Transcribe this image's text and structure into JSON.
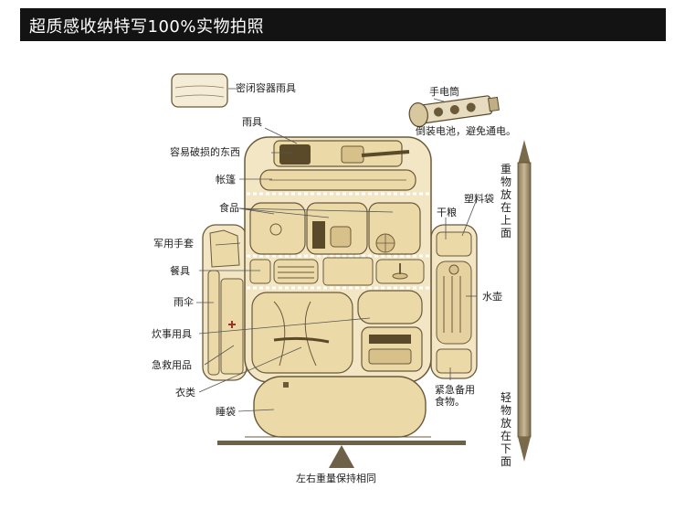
{
  "header": {
    "title": "超质感收纳特写100%实物拍照"
  },
  "labels": {
    "sealed_container": "密闭容器雨具",
    "flashlight": "手电筒",
    "battery_note": "倒装电池，避免通电。",
    "rain_gear": "雨具",
    "fragile": "容易破损的东西",
    "tent": "帐篷",
    "food": "食品",
    "plastic_bag": "塑料袋",
    "dry_food": "干粮",
    "gloves": "军用手套",
    "tableware": "餐具",
    "water_bottle": "水壶",
    "umbrella": "雨伞",
    "cooking": "炊事用具",
    "first_aid": "急救用品",
    "clothes": "衣类",
    "emergency_food": "紧急备用\n食物。",
    "sleeping_bag": "睡袋",
    "balance": "左右重量保持相同"
  },
  "weight_scale": {
    "top_label": "重物放在上面",
    "bottom_label": "轻物放在下面"
  },
  "colors": {
    "pack_fill": "#f3e6c4",
    "item_fill": "#ecd9a8",
    "outline": "#6a5a3a",
    "beam": "#6e6149",
    "banner": "#131313"
  }
}
